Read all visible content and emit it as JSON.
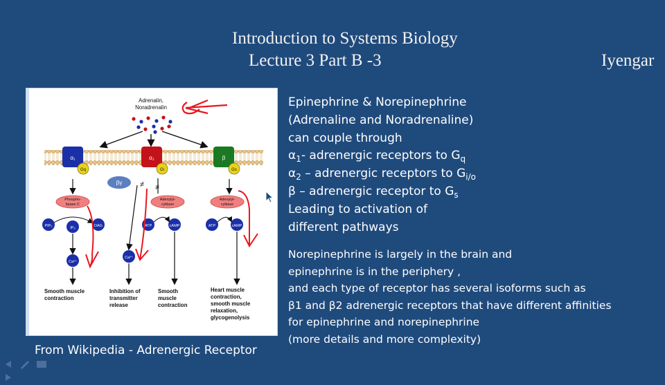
{
  "slide": {
    "title_line1": "Introduction to Systems Biology",
    "title_line2": "Lecture 3 Part B -3",
    "author": "Iyengar"
  },
  "figure": {
    "caption": "From Wikipedia - Adrenergic Receptor",
    "ligand_line1": "Adrenalin,",
    "ligand_line2": "Noradrenalin",
    "receptor_a1": "α₁",
    "receptor_a2": "α₂",
    "receptor_b": "β",
    "gprotein_q": "Gq",
    "gprotein_i": "Gi",
    "gprotein_s": "Gs",
    "beta_gamma": "βγ",
    "plc_line1": "Phospho-",
    "plc_line2": "lipase C",
    "ac_line1": "Adenylyl-",
    "ac_line2": "cyklase",
    "pip2": "PIP₂",
    "ip3": "IP₃",
    "dag": "DAG",
    "ca": "Ca²⁺",
    "atp": "ATP",
    "camp": "cAMP",
    "outcome1_line1": "Smooth muscle",
    "outcome1_line2": "contraction",
    "outcome2_line1": "Inhibition of",
    "outcome2_line2": "transmitter",
    "outcome2_line3": "release",
    "outcome3_line1": "Smooth",
    "outcome3_line2": "muscle",
    "outcome3_line3": "contraction",
    "outcome4_line1": "Heart muscle",
    "outcome4_line2": "contraction,",
    "outcome4_line3": "smooth muscle",
    "outcome4_line4": "relaxation,",
    "outcome4_line5": "glycogenolysis"
  },
  "points": {
    "line1": "Epinephrine & Norepinephrine",
    "line2": "(Adrenaline and Noradrenaline)",
    "line3": "can couple through",
    "line4_a": "α",
    "line4_sub": "1",
    "line4_b": "- adrenergic receptors to G",
    "line4_sub2": "q",
    "line5_a": "α",
    "line5_sub": "2",
    "line5_b": " – adrenergic receptors to  G",
    "line5_sub2": "i/o",
    "line6_a": "β – adrenergic receptor to G",
    "line6_sub": "s",
    "line7": "Leading to activation of",
    "line8": "different pathways"
  },
  "notes": {
    "line1": "Norepinephrine is largely in the brain and",
    "line2": "epinephrine is in the periphery ,",
    "line3": " and each type of receptor has several isoforms such as",
    "line4": "β1 and β2 adrenergic receptors that have different affinities",
    "line5": "for epinephrine and norepinephrine",
    "line6": " (more details and more complexity)"
  },
  "colors": {
    "background": "#1f4a7c",
    "annotation_red": "#e8161f",
    "receptor_blue": "#1a2fa8",
    "receptor_red": "#c4121a",
    "receptor_green": "#1a7a22",
    "gprotein_yellow": "#e8d21a",
    "enzyme_pink": "#f08080"
  }
}
